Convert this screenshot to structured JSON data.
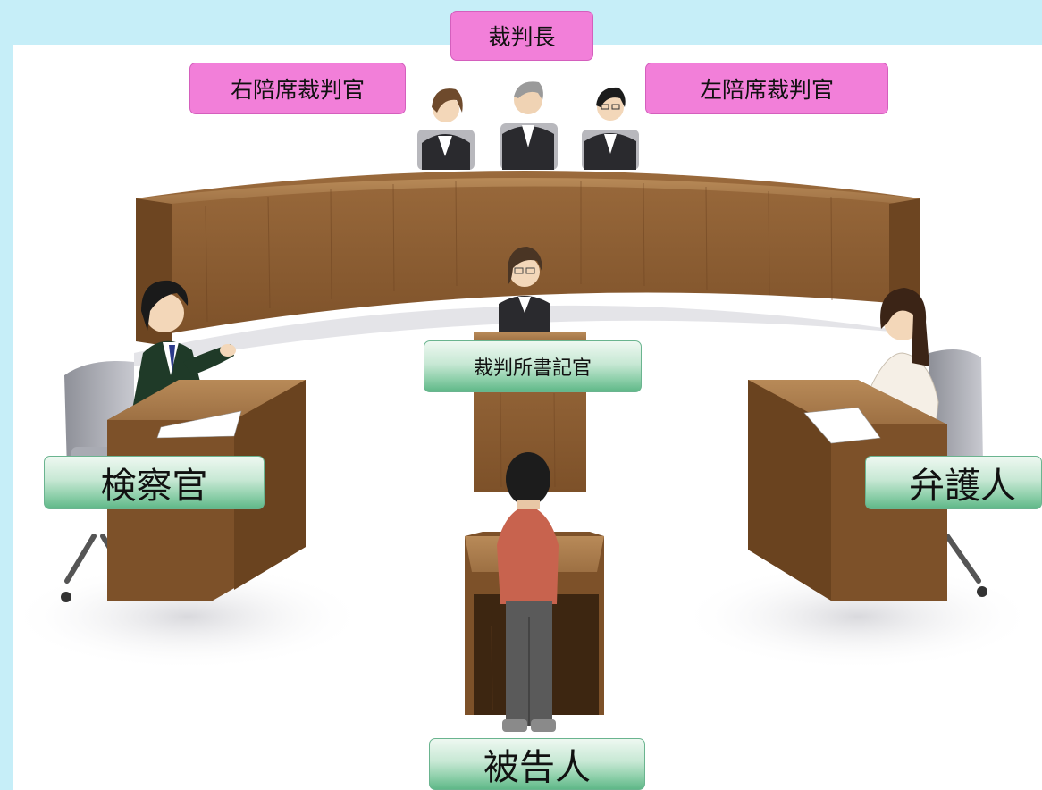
{
  "labels": {
    "presiding_judge": "裁判長",
    "associate_judge_right": "右陪席裁判官",
    "associate_judge_left": "左陪席裁判官",
    "court_clerk": "裁判所書記官",
    "prosecutor": "検察官",
    "defense_counsel": "弁護人",
    "defendant": "被告人"
  },
  "colors": {
    "background": "#c6eef8",
    "judge_label": "#f27fd9",
    "party_label": "#8fd0ab",
    "wood": "#8f6035"
  }
}
